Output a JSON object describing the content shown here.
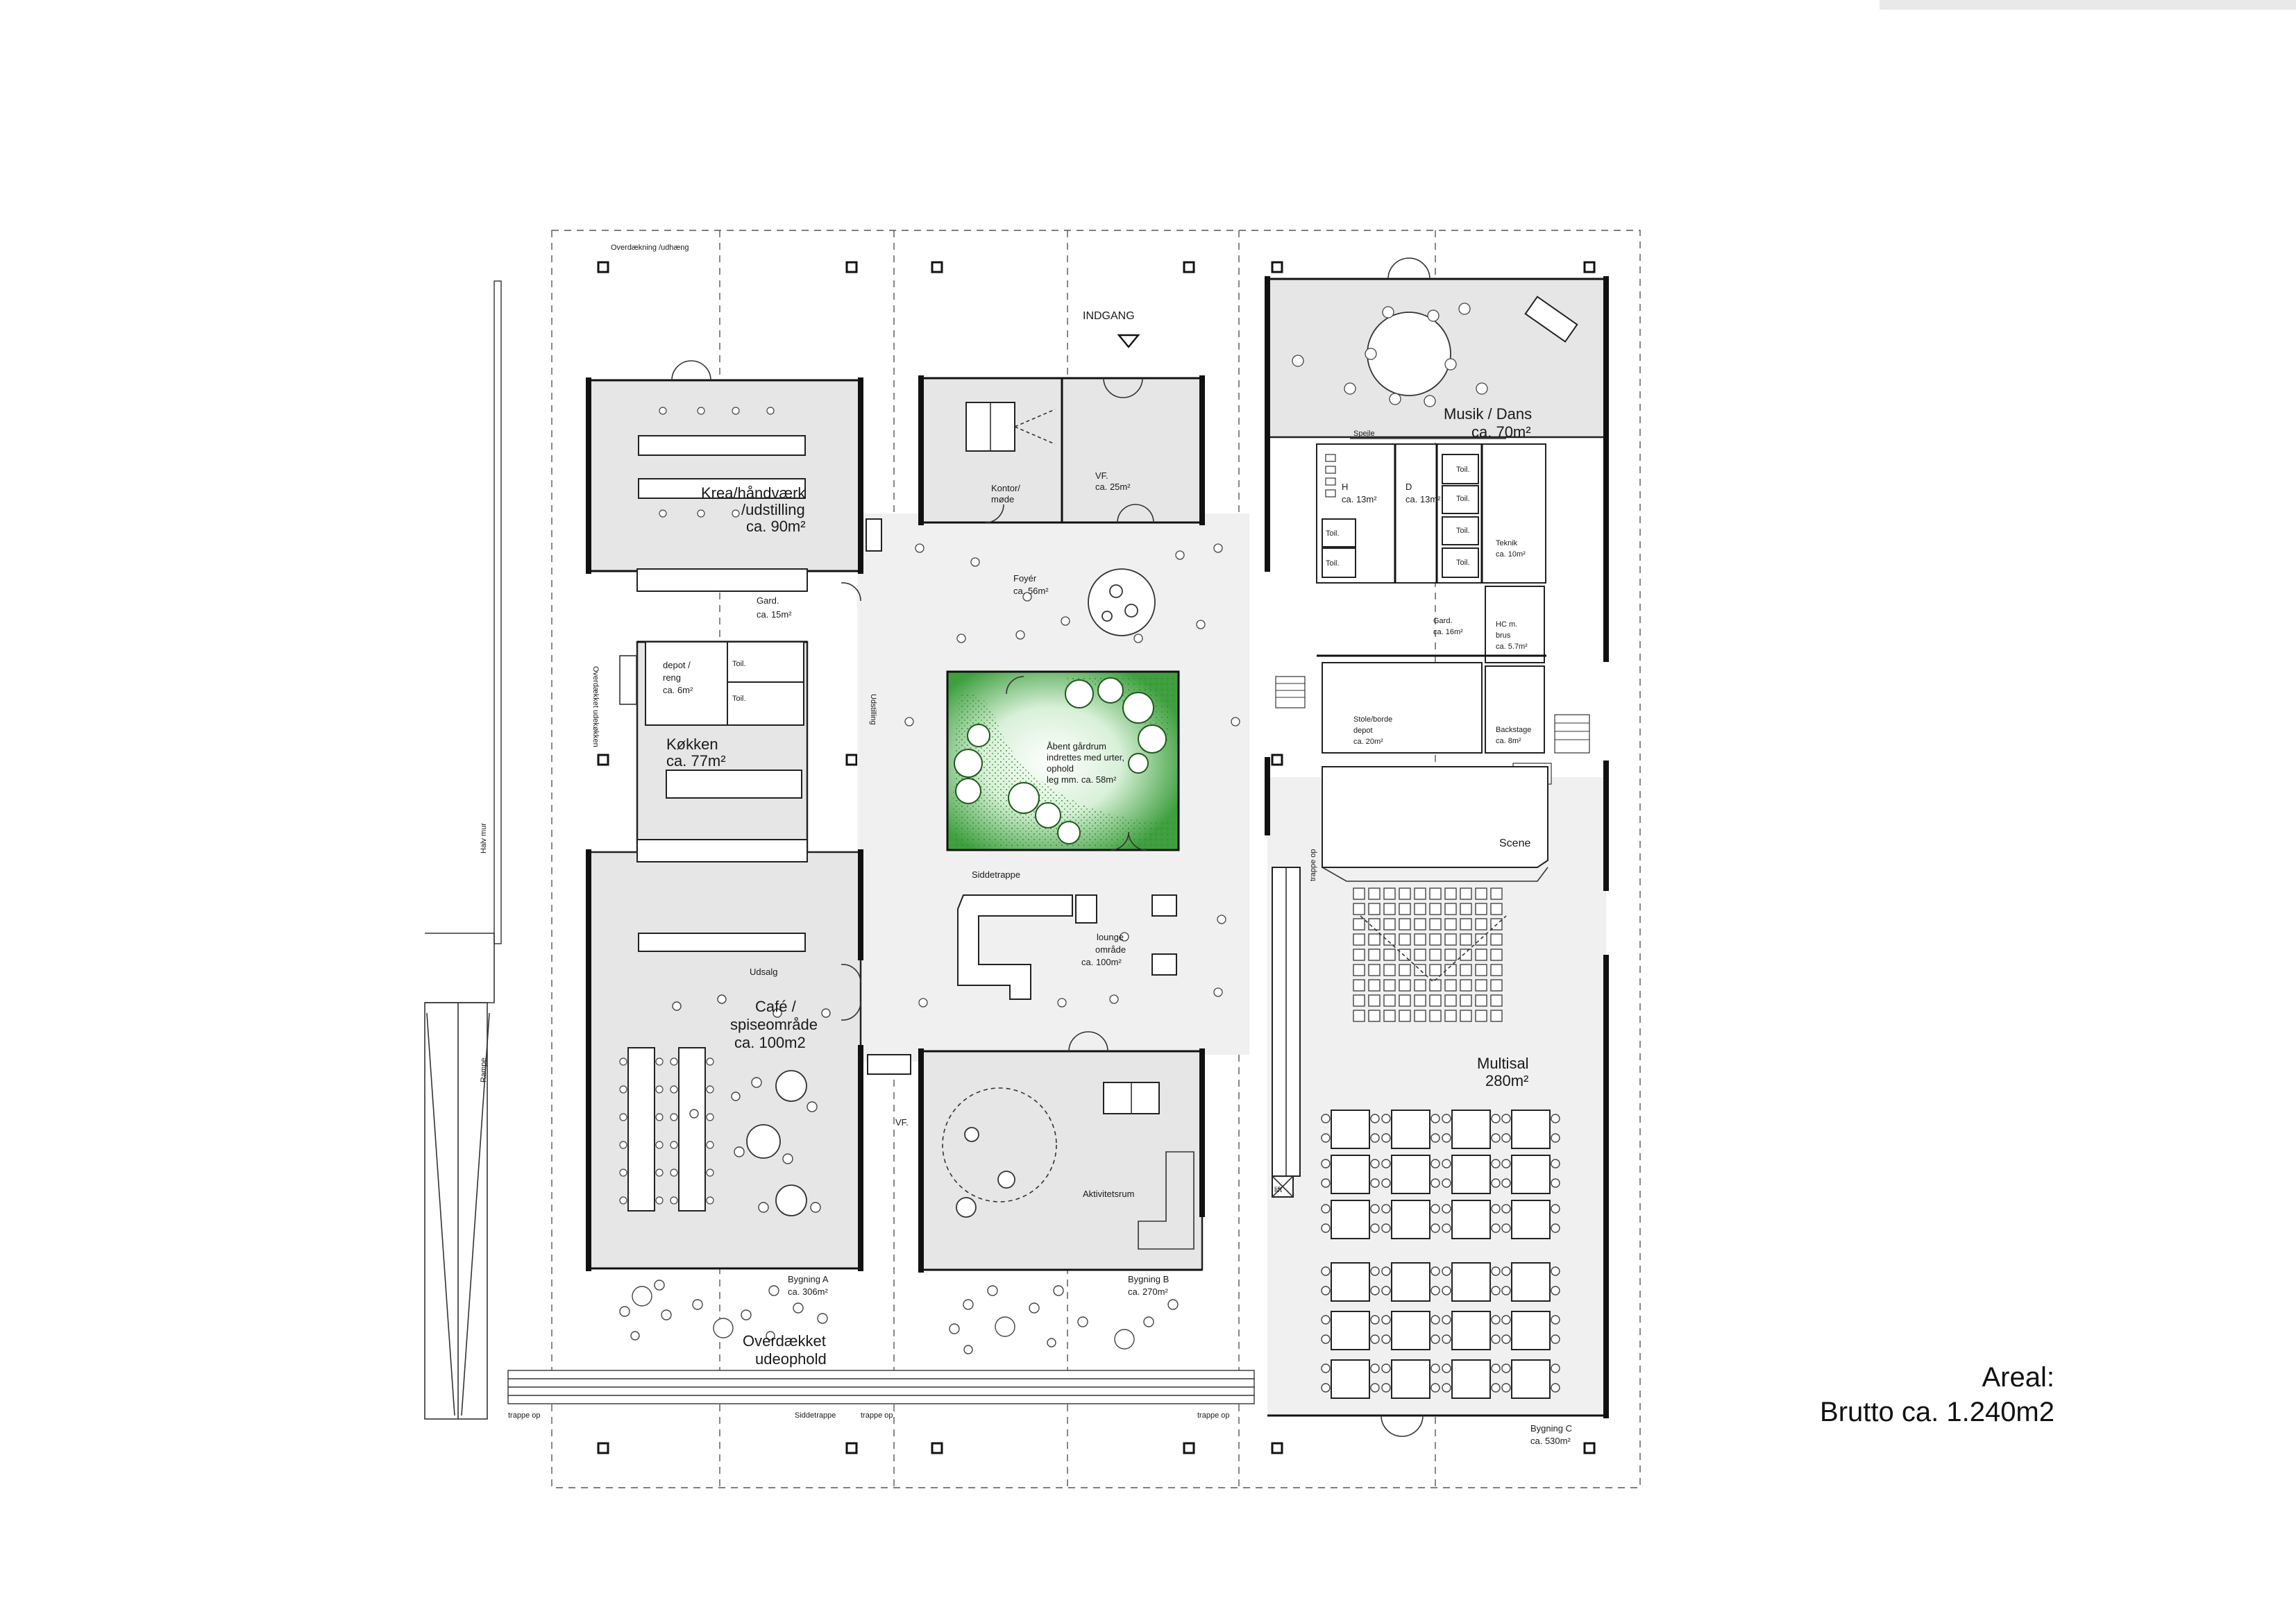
{
  "labels": {
    "overdaekning": "Overdækning /udhæng",
    "indgang": "INDGANG",
    "krea": "Krea/håndværk",
    "udstilling": "/udstilling",
    "krea_area": "ca. 90m²",
    "kontor": "Kontor/",
    "moede": "møde",
    "vf": "VF.",
    "vf_area": "ca. 25m²",
    "foyer": "Foyér",
    "foyer_area": "ca. 56m²",
    "gard_a": "Gard.",
    "gard_a_area": "ca. 15m²",
    "depot": "depot /",
    "reng": "reng",
    "depot_area": "ca. 6m²",
    "toil": "Toil.",
    "koekken": "Køkken",
    "koekken_area": "ca. 77m²",
    "udstilling_v": "Udstilling",
    "overdaekket_udekoekken": "Overdækket udekøkken",
    "gaardrum_1": "Åbent gårdrum",
    "gaardrum_2": "indrettes med urter,",
    "gaardrum_3": "ophold",
    "gaardrum_4": "leg mm. ca. 58m²",
    "siddetrappe": "Siddetrappe",
    "lounge": "lounge",
    "lounge_omraade": "område",
    "lounge_area": "ca. 100m²",
    "udsalg": "Udsalg",
    "cafe": "Café /",
    "spiseomraade": "spiseområde",
    "cafe_area": "ca. 100m2",
    "vf_b": "VF.",
    "aktivitetsrum": "Aktivitetsrum",
    "bygning_a": "Bygning A",
    "bygning_a_area": "ca. 306m²",
    "bygning_b": "Bygning B",
    "bygning_b_area": "ca. 270m²",
    "overdaekket_udeophold_1": "Overdækket",
    "overdaekket_udeophold_2": "udeophold",
    "trappe_op": "trappe op",
    "siddetrappe_bund": "Siddetrappe",
    "halv_mur": "Halv mur",
    "rampe": "Rampe",
    "musik": "Musik / Dans",
    "musik_area": "ca. 70m²",
    "spejle": "Spejle",
    "h": "H",
    "h_area": "ca. 13m²",
    "d": "D",
    "d_area": "ca. 13m²",
    "teknik": "Teknik",
    "teknik_area": "ca. 10m²",
    "gard_c": "Gard.",
    "gard_c_area": "ca. 16m²",
    "hc": "HC m.",
    "brus": "brus",
    "hc_area": "ca. 5.7m²",
    "stole": "Stole/borde",
    "stole_depot": "depot",
    "stole_area": "ca. 20m²",
    "backstage": "Backstage",
    "backstage_area": "ca. 8m²",
    "scene": "Scene",
    "trappe_op_v": "trappe op",
    "multisal": "Multisal",
    "multisal_area": "280m²",
    "lift": "lift",
    "bygning_c": "Bygning C",
    "bygning_c_area": "ca. 530m²"
  },
  "summary": {
    "areal": "Areal:",
    "brutto": "Brutto ca. 1.240m2"
  },
  "colors": {
    "floor": "#e6e6e6",
    "garden": "#3a9a3a",
    "wall": "#111111"
  }
}
